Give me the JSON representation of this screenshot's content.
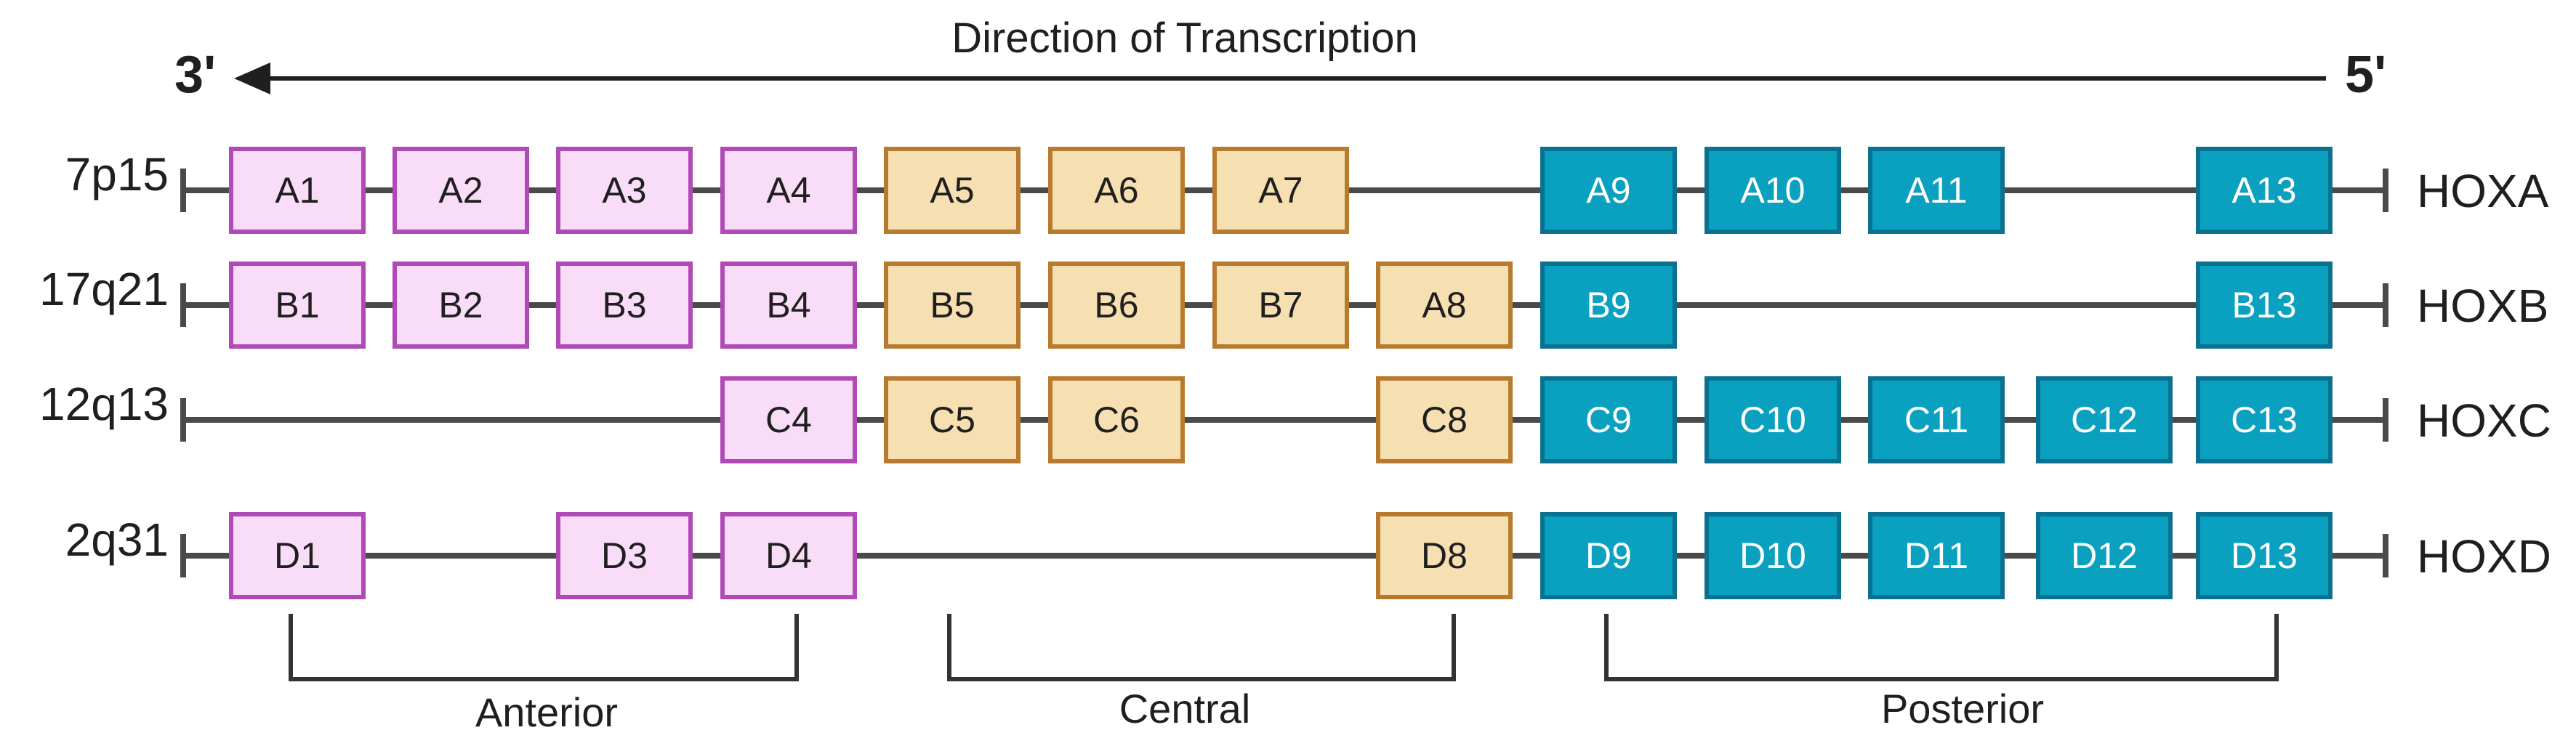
{
  "title": "Direction of Transcription",
  "end_left": "3'",
  "end_right": "5'",
  "colors": {
    "anterior_fill": "#f9ddf8",
    "anterior_stroke": "#b04ab6",
    "anterior_text": "#1f1f1f",
    "central_fill": "#f6dfb0",
    "central_stroke": "#b87a2e",
    "central_text": "#1f1f1f",
    "posterior_fill": "#0aa0c0",
    "posterior_stroke": "#0a7290",
    "posterior_text": "#ffffff",
    "line": "#4a4a4a"
  },
  "rows": [
    {
      "locus": "7p15",
      "cluster": "HOXA",
      "genes": [
        {
          "label": "A1",
          "group": "anterior"
        },
        {
          "label": "A2",
          "group": "anterior"
        },
        {
          "label": "A3",
          "group": "anterior"
        },
        {
          "label": "A4",
          "group": "anterior"
        },
        {
          "label": "A5",
          "group": "central"
        },
        {
          "label": "A6",
          "group": "central"
        },
        {
          "label": "A7",
          "group": "central"
        },
        {
          "label": "A9",
          "group": "posterior"
        },
        {
          "label": "A10",
          "group": "posterior"
        },
        {
          "label": "A11",
          "group": "posterior"
        },
        {
          "label": "A13",
          "group": "posterior"
        }
      ]
    },
    {
      "locus": "17q21",
      "cluster": "HOXB",
      "genes": [
        {
          "label": "B1",
          "group": "anterior"
        },
        {
          "label": "B2",
          "group": "anterior"
        },
        {
          "label": "B3",
          "group": "anterior"
        },
        {
          "label": "B4",
          "group": "anterior"
        },
        {
          "label": "B5",
          "group": "central"
        },
        {
          "label": "B6",
          "group": "central"
        },
        {
          "label": "B7",
          "group": "central"
        },
        {
          "label": "A8",
          "group": "central"
        },
        {
          "label": "B9",
          "group": "posterior"
        },
        {
          "label": "B13",
          "group": "posterior"
        }
      ]
    },
    {
      "locus": "12q13",
      "cluster": "HOXC",
      "genes": [
        {
          "label": "C4",
          "group": "anterior"
        },
        {
          "label": "C5",
          "group": "central"
        },
        {
          "label": "C6",
          "group": "central"
        },
        {
          "label": "C8",
          "group": "central"
        },
        {
          "label": "C9",
          "group": "posterior"
        },
        {
          "label": "C10",
          "group": "posterior"
        },
        {
          "label": "C11",
          "group": "posterior"
        },
        {
          "label": "C12",
          "group": "posterior"
        },
        {
          "label": "C13",
          "group": "posterior"
        }
      ]
    },
    {
      "locus": "2q31",
      "cluster": "HOXD",
      "genes": [
        {
          "label": "D1",
          "group": "anterior"
        },
        {
          "label": "D3",
          "group": "anterior"
        },
        {
          "label": "D4",
          "group": "anterior"
        },
        {
          "label": "D8",
          "group": "central"
        },
        {
          "label": "D9",
          "group": "posterior"
        },
        {
          "label": "D10",
          "group": "posterior"
        },
        {
          "label": "D11",
          "group": "posterior"
        },
        {
          "label": "D12",
          "group": "posterior"
        },
        {
          "label": "D13",
          "group": "posterior"
        }
      ]
    }
  ],
  "groups": [
    {
      "key": "anterior",
      "label": "Anterior"
    },
    {
      "key": "central",
      "label": "Central"
    },
    {
      "key": "posterior",
      "label": "Posterior"
    }
  ]
}
